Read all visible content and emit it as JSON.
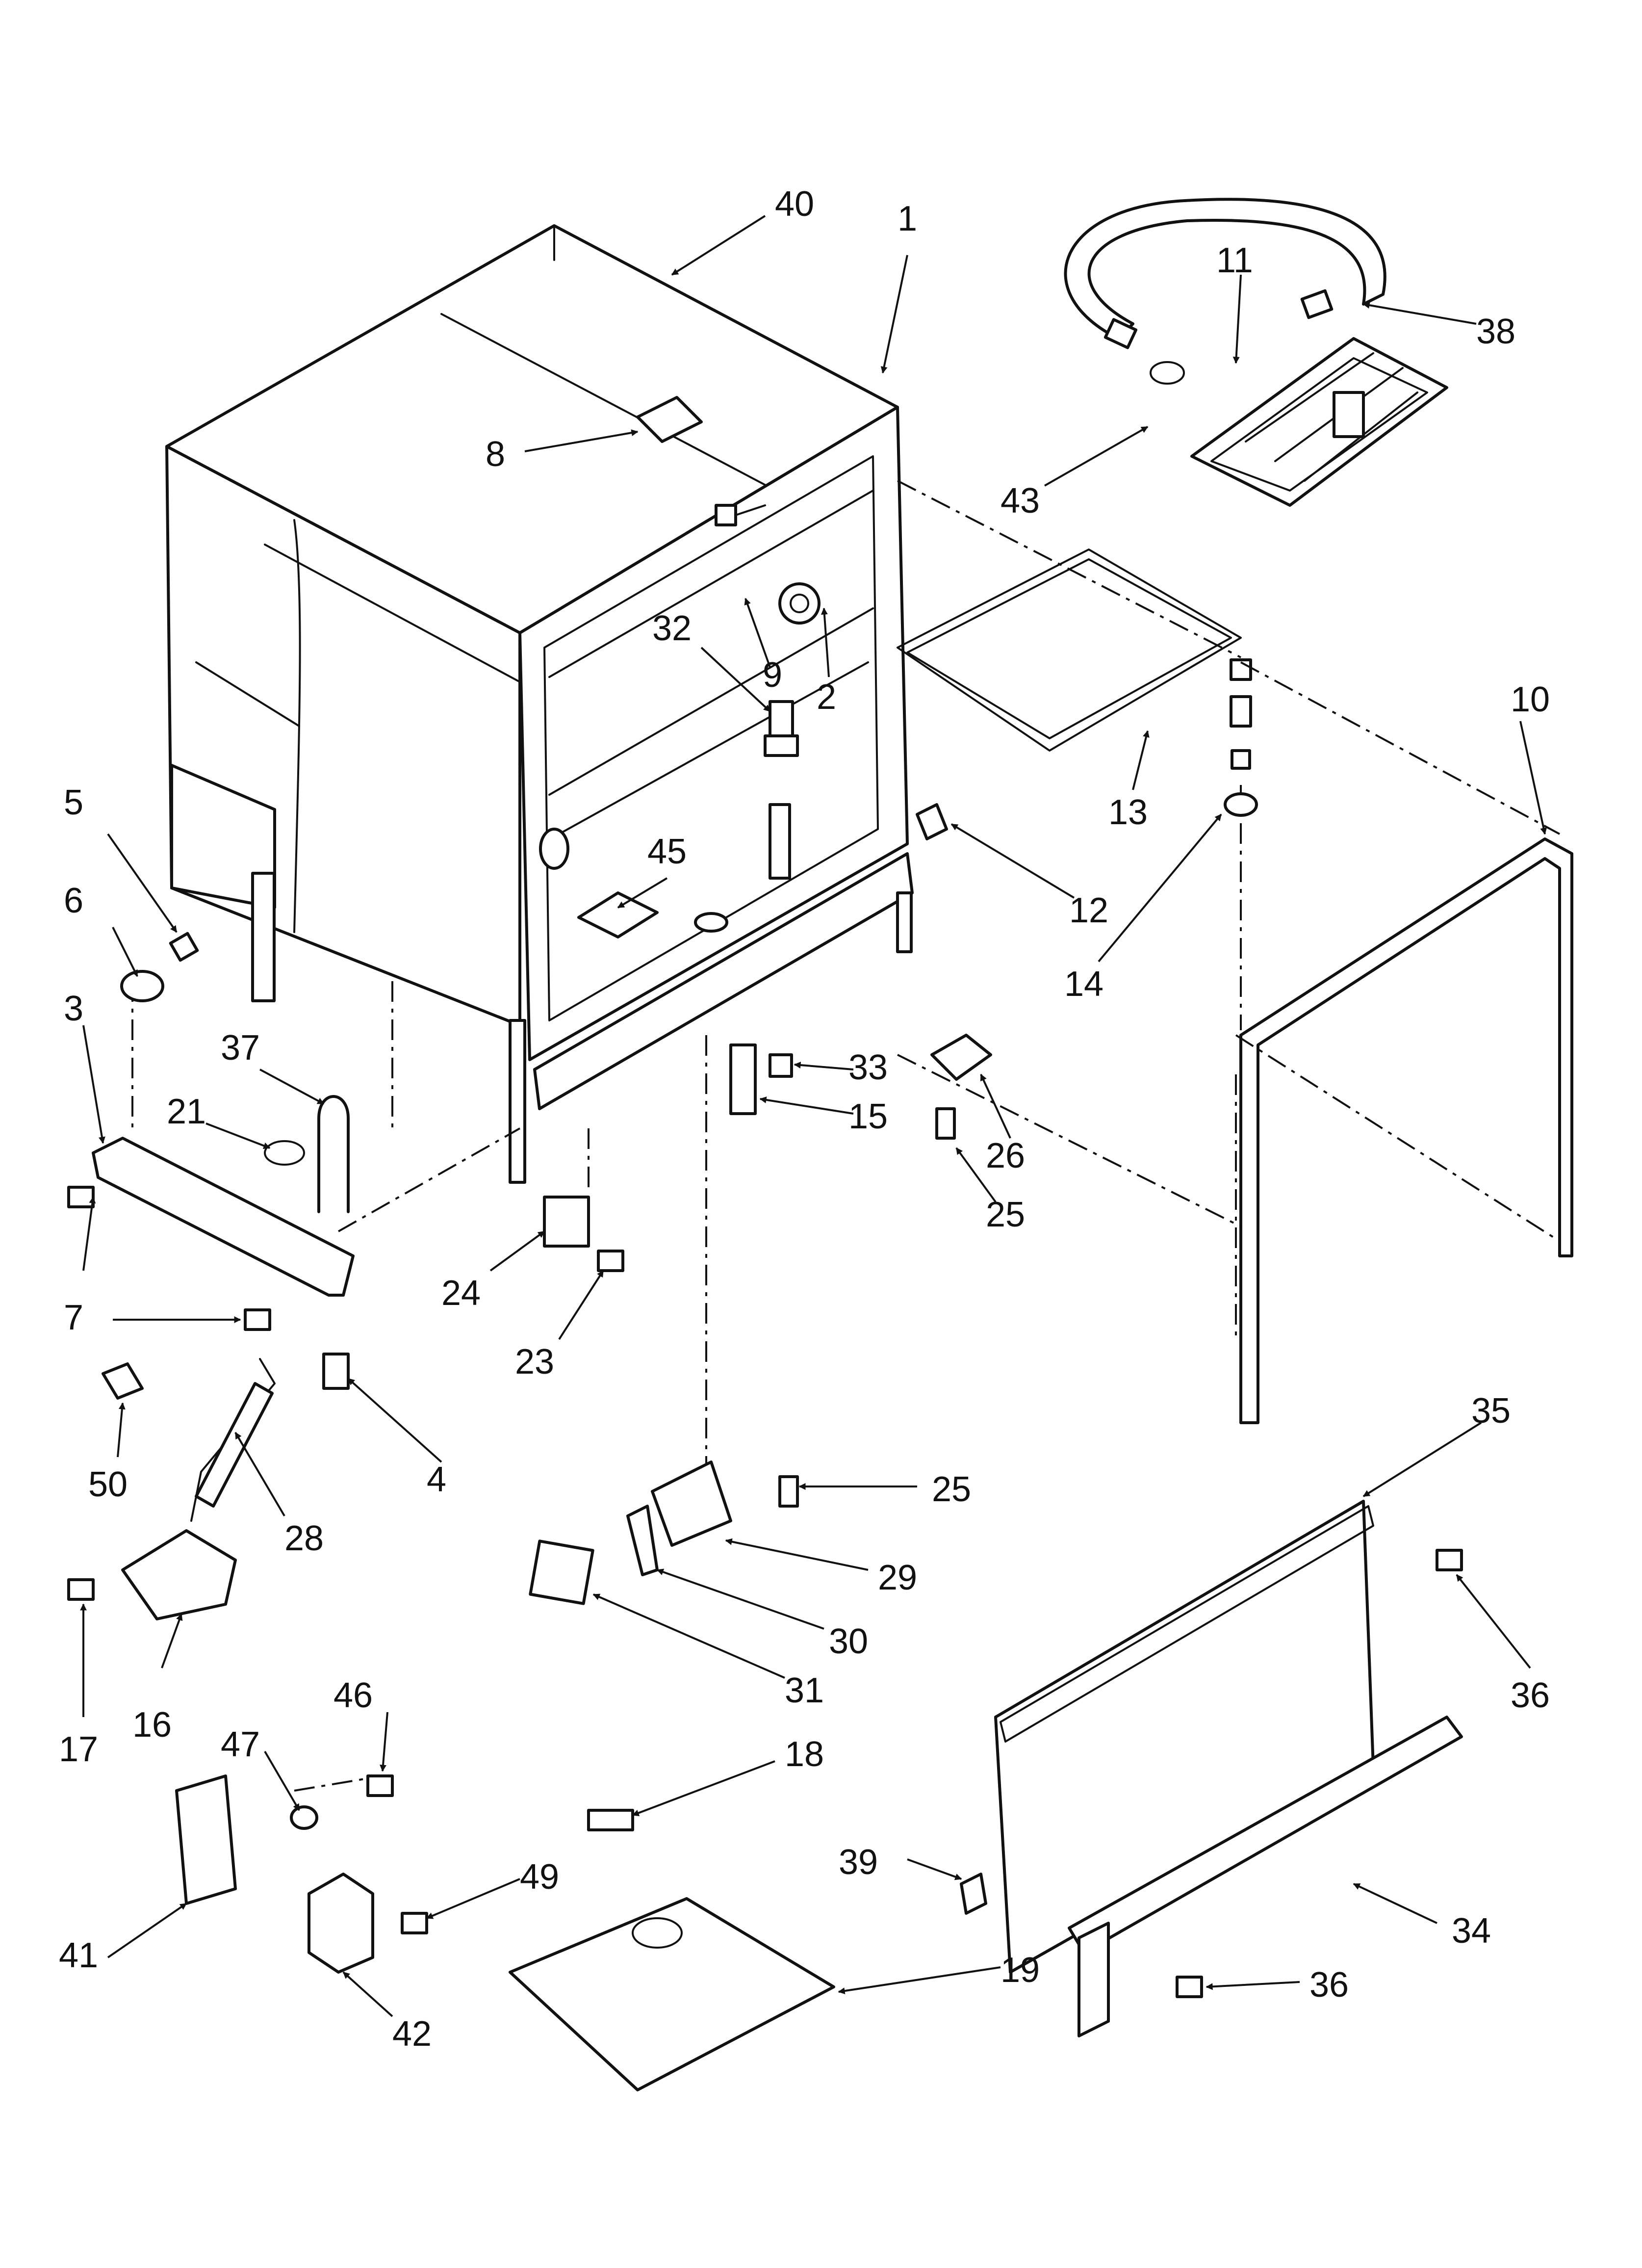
{
  "callouts": [
    {
      "id": "c1",
      "label": "1"
    },
    {
      "id": "c2",
      "label": "2"
    },
    {
      "id": "c3",
      "label": "3"
    },
    {
      "id": "c4",
      "label": "4"
    },
    {
      "id": "c5",
      "label": "5"
    },
    {
      "id": "c6",
      "label": "6"
    },
    {
      "id": "c7",
      "label": "7"
    },
    {
      "id": "c8",
      "label": "8"
    },
    {
      "id": "c9",
      "label": "9"
    },
    {
      "id": "c10",
      "label": "10"
    },
    {
      "id": "c11",
      "label": "11"
    },
    {
      "id": "c12",
      "label": "12"
    },
    {
      "id": "c13",
      "label": "13"
    },
    {
      "id": "c14",
      "label": "14"
    },
    {
      "id": "c15",
      "label": "15"
    },
    {
      "id": "c16",
      "label": "16"
    },
    {
      "id": "c17",
      "label": "17"
    },
    {
      "id": "c18",
      "label": "18"
    },
    {
      "id": "c19",
      "label": "19"
    },
    {
      "id": "c21",
      "label": "21"
    },
    {
      "id": "c23",
      "label": "23"
    },
    {
      "id": "c24",
      "label": "24"
    },
    {
      "id": "c25a",
      "label": "25"
    },
    {
      "id": "c25b",
      "label": "25"
    },
    {
      "id": "c26",
      "label": "26"
    },
    {
      "id": "c28",
      "label": "28"
    },
    {
      "id": "c29",
      "label": "29"
    },
    {
      "id": "c30",
      "label": "30"
    },
    {
      "id": "c31",
      "label": "31"
    },
    {
      "id": "c32",
      "label": "32"
    },
    {
      "id": "c33",
      "label": "33"
    },
    {
      "id": "c34",
      "label": "34"
    },
    {
      "id": "c35",
      "label": "35"
    },
    {
      "id": "c36a",
      "label": "36"
    },
    {
      "id": "c36b",
      "label": "36"
    },
    {
      "id": "c37",
      "label": "37"
    },
    {
      "id": "c38",
      "label": "38"
    },
    {
      "id": "c39",
      "label": "39"
    },
    {
      "id": "c40",
      "label": "40"
    },
    {
      "id": "c41",
      "label": "41"
    },
    {
      "id": "c42",
      "label": "42"
    },
    {
      "id": "c43",
      "label": "43"
    },
    {
      "id": "c45",
      "label": "45"
    },
    {
      "id": "c46",
      "label": "46"
    },
    {
      "id": "c47",
      "label": "47"
    },
    {
      "id": "c49",
      "label": "49"
    },
    {
      "id": "c50",
      "label": "50"
    }
  ]
}
